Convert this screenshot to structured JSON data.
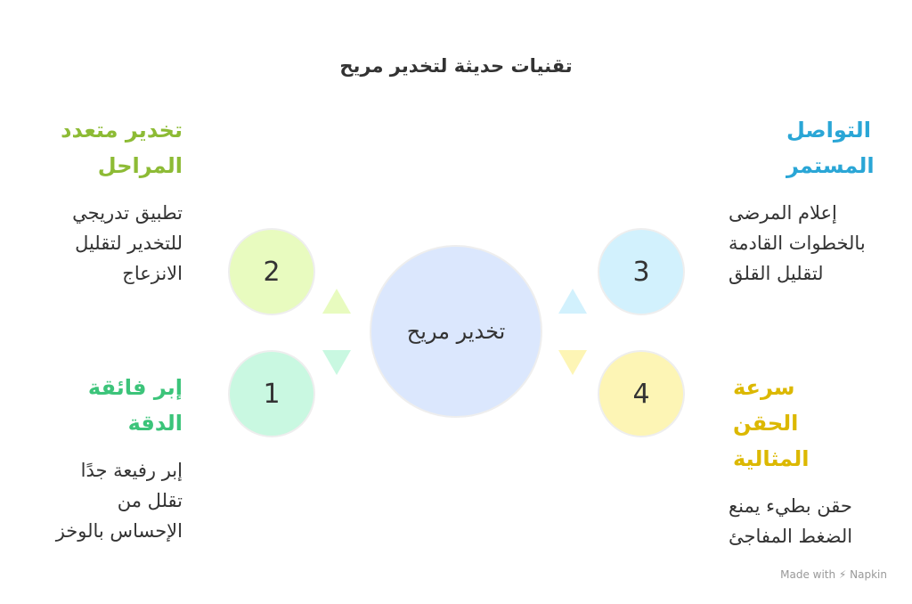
{
  "title": "تقنيات حديثة لتخدير مريح",
  "center": "تخدير مريح",
  "items": [
    {
      "num": "1",
      "title": "إبر فائقة الدقة",
      "body": "إبر رفيعة جدًا تقلل من الإحساس بالوخز",
      "color": "#3cc47a",
      "fill": "#c9f8e1"
    },
    {
      "num": "2",
      "title": "تخدير متعدد المراحل",
      "body": "تطبيق تدريجي للتخدير لتقليل الانزعاج",
      "color": "#8dbb35",
      "fill": "#e8fbbf"
    },
    {
      "num": "3",
      "title": "التواصل المستمر",
      "body": "إعلام المرضى بالخطوات القادمة لتقليل القلق",
      "color": "#2aa6d6",
      "fill": "#d2f1fd"
    },
    {
      "num": "4",
      "title": "سرعة الحقن المثالية",
      "body": "حقن بطيء يمنع الضغط المفاجئ",
      "color": "#dcb800",
      "fill": "#fdf5b5"
    }
  ],
  "footer": "Made with ⚡ Napkin"
}
